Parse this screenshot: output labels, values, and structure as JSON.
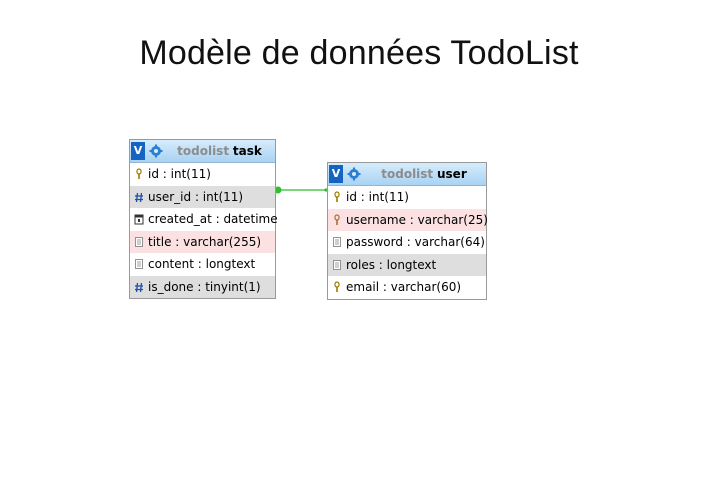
{
  "slide": {
    "title": "Modèle de données TodoList"
  },
  "tables": [
    {
      "database": "todolist",
      "name": "task",
      "columns": [
        {
          "label": "id : int(11)",
          "icon": "key-icon",
          "shade": "none"
        },
        {
          "label": "user_id : int(11)",
          "icon": "hash-icon",
          "shade": "gray"
        },
        {
          "label": "created_at : datetime",
          "icon": "calendar-icon",
          "shade": "none"
        },
        {
          "label": "title : varchar(255)",
          "icon": "text-icon",
          "shade": "pink"
        },
        {
          "label": "content : longtext",
          "icon": "text-icon",
          "shade": "none"
        },
        {
          "label": "is_done : tinyint(1)",
          "icon": "hash-icon",
          "shade": "gray"
        }
      ]
    },
    {
      "database": "todolist",
      "name": "user",
      "columns": [
        {
          "label": "id : int(11)",
          "icon": "key-icon",
          "shade": "none"
        },
        {
          "label": "username : varchar(25)",
          "icon": "key-icon",
          "shade": "pink"
        },
        {
          "label": "password : varchar(64)",
          "icon": "text-icon",
          "shade": "none"
        },
        {
          "label": "roles : longtext",
          "icon": "text-icon",
          "shade": "gray"
        },
        {
          "label": "email : varchar(60)",
          "icon": "key-icon",
          "shade": "none"
        }
      ]
    }
  ],
  "header_badge": "V",
  "colors": {
    "relation_line": "#2fbf2f",
    "header_badge": "#1565c0"
  }
}
